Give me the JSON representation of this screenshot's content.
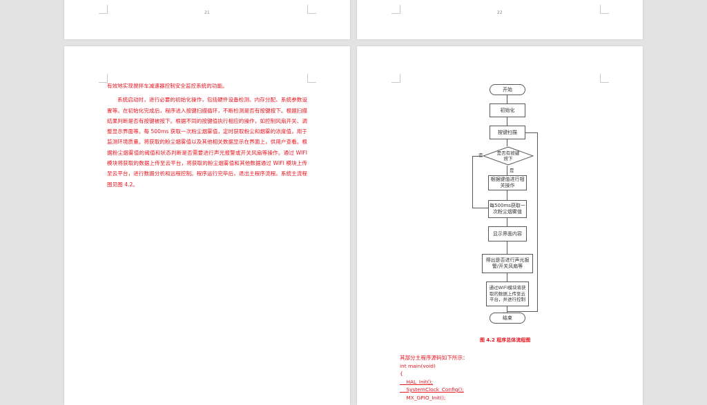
{
  "pages": [
    {
      "number": "21"
    },
    {
      "number": "22"
    }
  ],
  "left_page": {
    "paragraphs": [
      "有效地实现搅拌车减速器控制安全监控系统的功能。",
      "系统启动时，进行必要的初始化操作，包括硬件设备检测、内存分配、系统参数设置等。在初始化完成后，程序进入按键扫描循环，不断检测是否有按键按下。根据扫描结果判断是否有按键被按下。根据不同的按键值执行相应的操作，如控制风扇开关、调整显示界面等。每 500ms 获取一次粉尘烟雾值，定时获取粉尘和烟雾的浓度值，用于监测环境质量。将获取的粉尘烟雾值以及其他相关数据显示在界面上，供用户查看。根据粉尘烟雾值的阈值和状态判断是否需要进行声光报警或开关风扇等操作。通过 WIFI 模块将获取的数据上传至云平台，将获取的粉尘烟雾值和其他数据通过 WIFI 模块上传至云平台，进行数据分析和远程控制。程序运行完毕后，退出主程序流程。系统主流程图见图 4.2。"
    ]
  },
  "flowchart": {
    "start": "开始",
    "init": "初始化",
    "scan": "按键扫描",
    "decision": "是否有按键按下",
    "no_label": "否",
    "yes_label": "是",
    "handle": "根据键值进行相关操作",
    "sample": "每500ms获取一次粉尘烟雾值",
    "display": "显示界面内容",
    "judge": "得出是否进行声光报警/开关风扇等",
    "upload": "通过WIFI模块将获取的数据上传至云平台，并进行控制",
    "end": "结束"
  },
  "figure_caption": "图 4.2  程序总体流程图",
  "code_section": {
    "intro": "其部分主程序源码如下所示：",
    "lines": [
      "int main(void)",
      "{",
      "    HAL_Init();",
      "    SystemClock_Config();",
      "    MX_GPIO_Init();"
    ]
  }
}
